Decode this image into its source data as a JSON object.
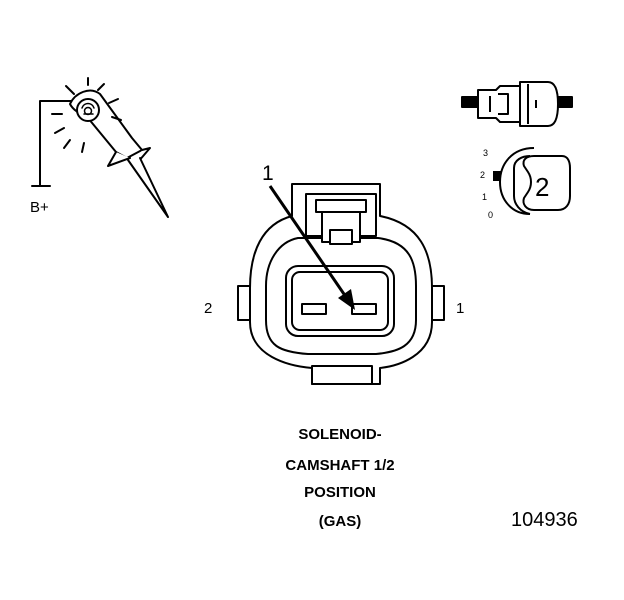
{
  "probe": {
    "label": "B+"
  },
  "connector": {
    "callout": "1",
    "pin_left": "2",
    "pin_right": "1"
  },
  "selector": {
    "scale": [
      "3",
      "2",
      "1",
      "0"
    ],
    "position": "2"
  },
  "caption": {
    "line1": "SOLENOID-",
    "line2": "CAMSHAFT 1/2",
    "line3": "POSITION",
    "line4": "(GAS)"
  },
  "figure_number": "104936"
}
